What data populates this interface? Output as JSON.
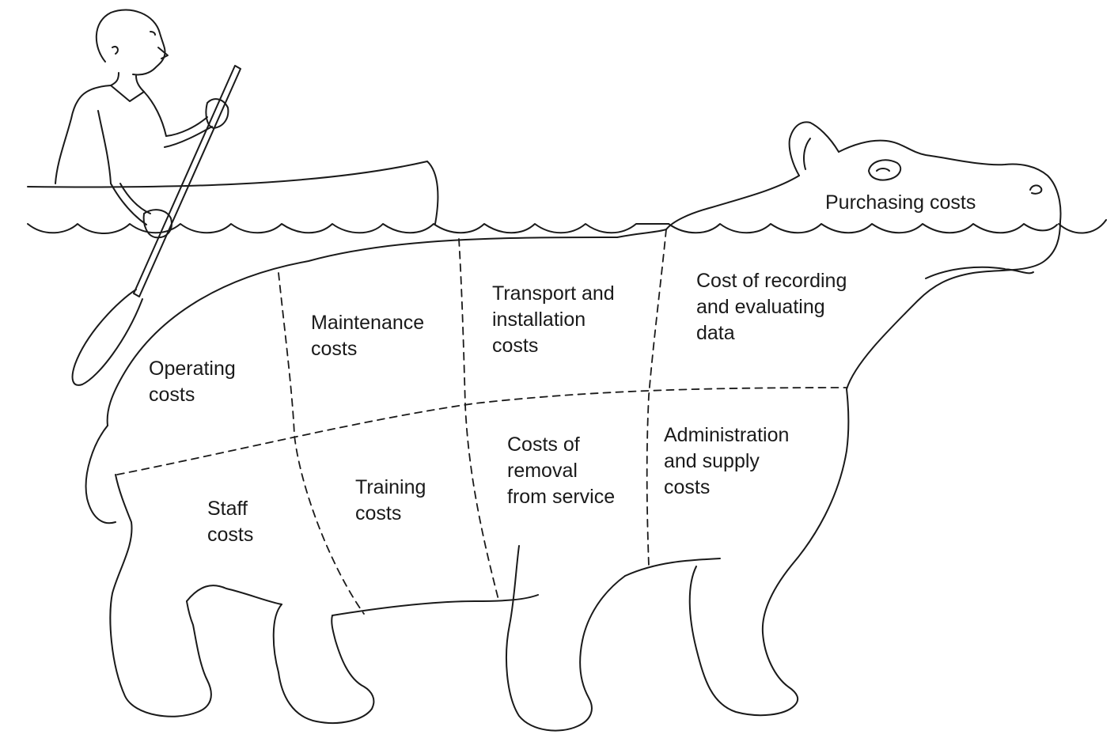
{
  "diagram": {
    "theme": {
      "ink": "#1a1a1a",
      "background": "#ffffff"
    },
    "labels": {
      "purchasing": "Purchasing costs",
      "recording": "Cost of recording\nand evaluating\ndata",
      "transport": "Transport and\ninstallation\ncosts",
      "maintenance": "Maintenance\ncosts",
      "operating": "Operating\ncosts",
      "staff": "Staff\ncosts",
      "training": "Training\ncosts",
      "removal": "Costs of\nremoval\nfrom service",
      "admin": "Administration\nand supply\ncosts"
    }
  }
}
